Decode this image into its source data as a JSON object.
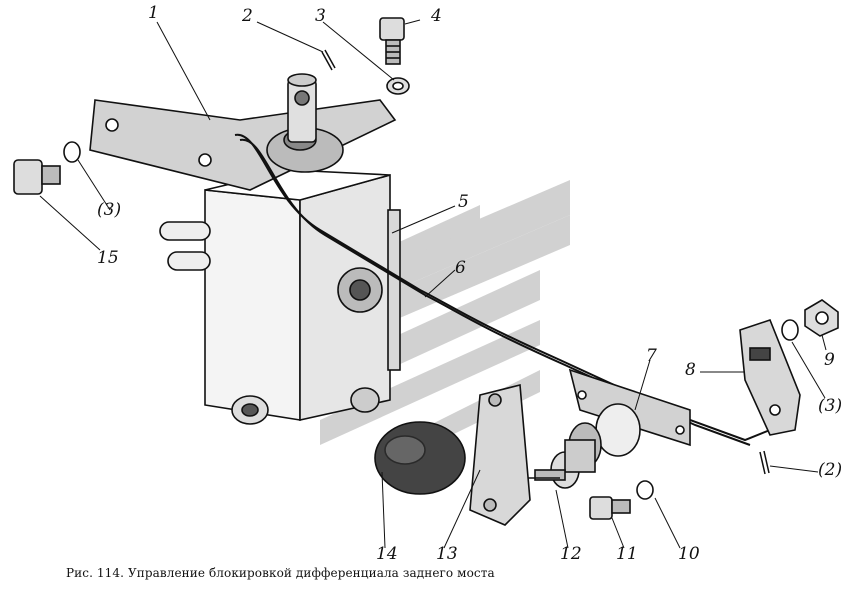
{
  "caption": "Рис. 114. Управление блокировкой дифференциала заднего моста",
  "callouts": {
    "c1": "1",
    "c2": "2",
    "c3": "3",
    "c4": "4",
    "c5": "5",
    "c6": "6",
    "c7": "7",
    "c8": "8",
    "c9": "9",
    "c3b": "(3)",
    "c2b": "(2)",
    "c10": "10",
    "c11": "11",
    "c12": "12",
    "c13": "13",
    "c14": "14",
    "c15": "15",
    "c3c": "(3)"
  }
}
